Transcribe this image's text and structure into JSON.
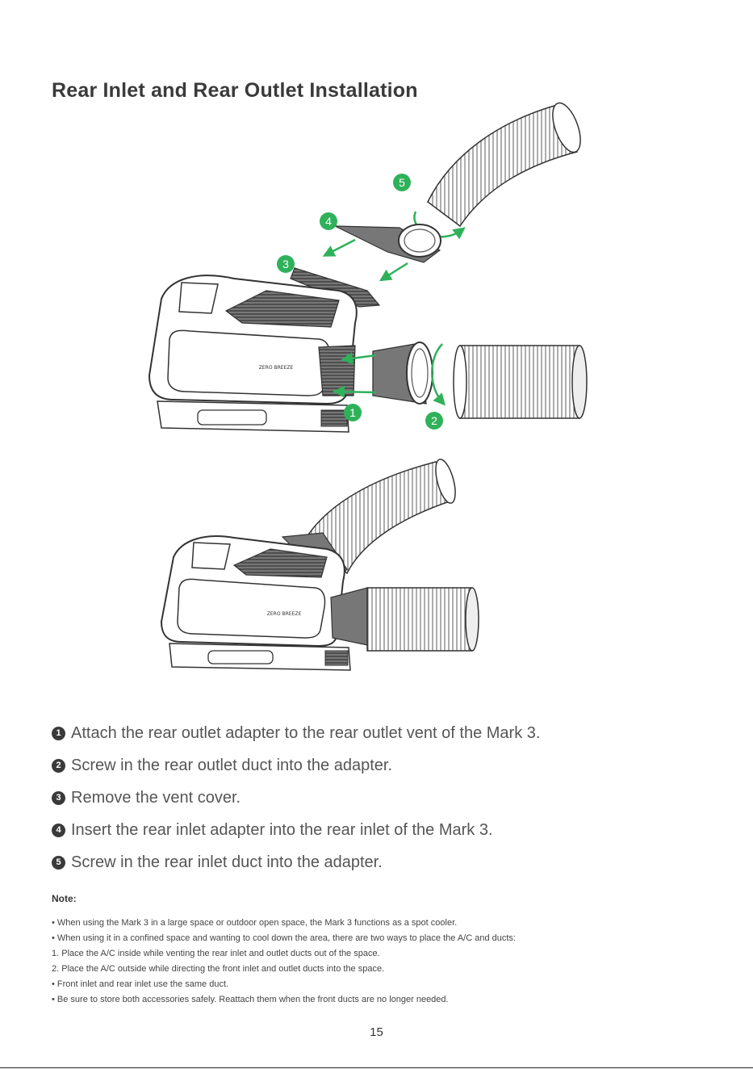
{
  "title": "Rear Inlet and Rear Outlet Installation",
  "callouts": [
    "1",
    "2",
    "3",
    "4",
    "5"
  ],
  "device_label": "ZERO BREEZE",
  "steps": [
    {
      "num": "1",
      "text": "Attach the rear outlet adapter to the rear outlet vent of the Mark 3."
    },
    {
      "num": "2",
      "text": "Screw in the rear outlet duct into the adapter."
    },
    {
      "num": "3",
      "text": "Remove the vent cover."
    },
    {
      "num": "4",
      "text": "Insert the rear inlet adapter into the rear inlet of the Mark 3."
    },
    {
      "num": "5",
      "text": "Screw in the rear inlet duct into the adapter."
    }
  ],
  "note_label": "Note:",
  "notes": [
    "• When using the Mark 3 in a large space or outdoor open space, the Mark 3 functions as a spot cooler.",
    "• When using it in a confined space and wanting to cool down the area, there are two ways to place the A/C and ducts:",
    "1. Place the A/C inside while venting the rear inlet and outlet ducts out of the space.",
    "2. Place the A/C outside while directing the front inlet and outlet ducts into the space.",
    "• Front inlet and rear inlet use the same duct.",
    "• Be sure to store both accessories safely. Reattach them when the front ducts are no longer needed."
  ],
  "page_number": "15",
  "colors": {
    "accent": "#2fb15a",
    "ink": "#3a3a3a"
  }
}
